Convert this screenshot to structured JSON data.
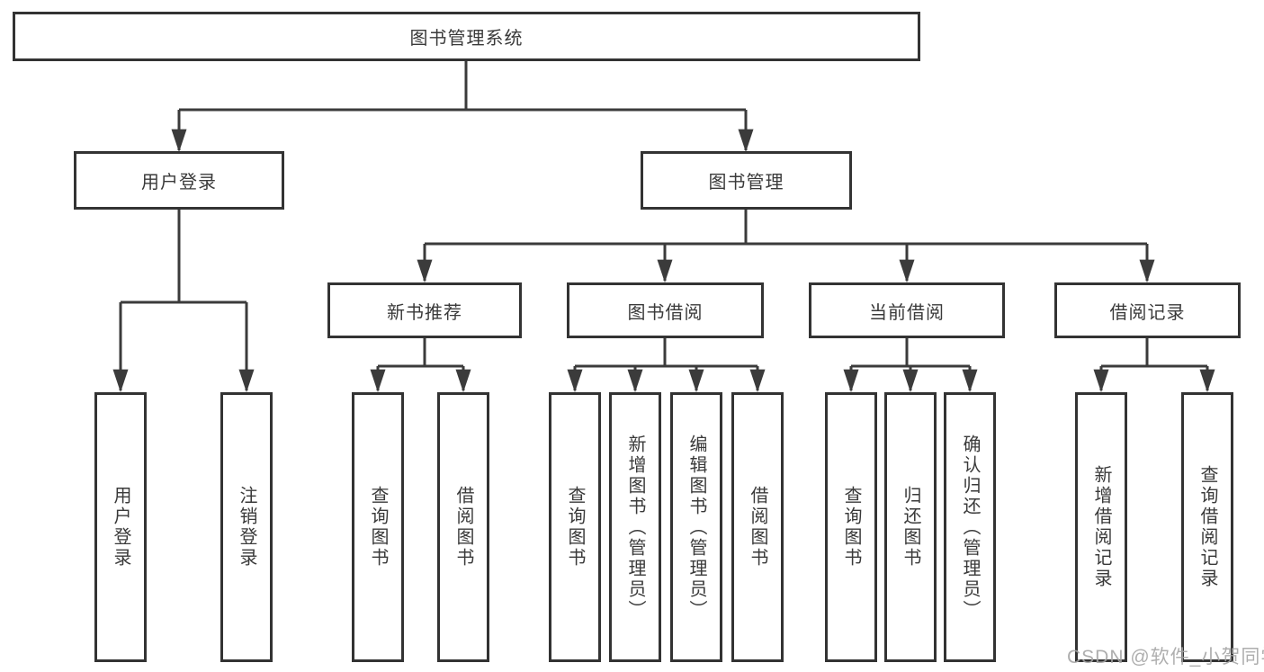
{
  "tree": {
    "root": "图书管理系统",
    "user_login": {
      "label": "用户登录",
      "children": [
        "用户登录",
        "注销登录"
      ]
    },
    "book_management": {
      "label": "图书管理",
      "sections": {
        "new_book": {
          "label": "新书推荐",
          "children": [
            "查询图书",
            "借阅图书"
          ]
        },
        "borrow": {
          "label": "图书借阅",
          "children": [
            "查询图书",
            "新增图书（管理员）",
            "编辑图书（管理员）",
            "借阅图书"
          ]
        },
        "current": {
          "label": "当前借阅",
          "children": [
            "查询图书",
            "归还图书",
            "确认归还（管理员）"
          ]
        },
        "records": {
          "label": "借阅记录",
          "children": [
            "新增借阅记录",
            "查询借阅记录"
          ]
        }
      }
    }
  },
  "watermark": "CSDN @软件_小贺同学",
  "colors": {
    "line": "#3b3b3b",
    "box_border": "#333333",
    "text": "#3a3a3a",
    "watermark": "#a6a6a6",
    "background": "#ffffff"
  }
}
